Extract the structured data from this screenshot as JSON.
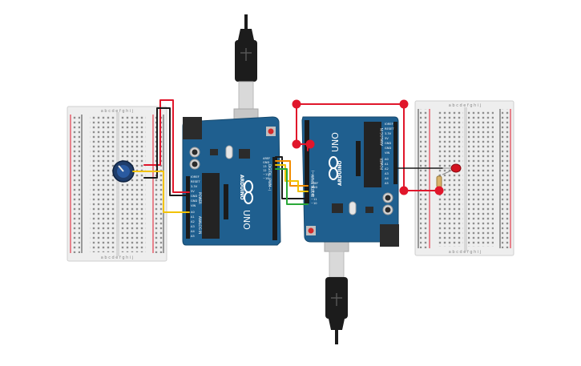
{
  "boards": {
    "left": {
      "brand": "ARDUINO",
      "model": "UNO",
      "power_header": [
        "IOREF",
        "RESET",
        "3.3V",
        "5V",
        "GND",
        "GND",
        "VIN"
      ],
      "analog_header": [
        "A0",
        "A1",
        "A2",
        "A3",
        "A4",
        "A5"
      ],
      "power_label": "POWER",
      "analog_label": "ANALOG IN",
      "digital_label": "DIGITAL (PWM~)",
      "top_labels": [
        "AREF",
        "GND",
        "13",
        "12",
        "~11",
        "~10"
      ]
    },
    "right": {
      "brand": "ARDUINO",
      "model": "UNO",
      "power_header": [
        "IOREF",
        "RESET",
        "3.3V",
        "5V",
        "GND",
        "GND",
        "VIN"
      ],
      "analog_header": [
        "A0",
        "A1",
        "A2",
        "A3",
        "A4",
        "A5"
      ],
      "power_label": "POWER",
      "analog_label": "ANALOG IN",
      "digital_label": "DIGITAL (PWM~)",
      "top_labels": [
        "AREF",
        "GND",
        "13",
        "12",
        "~11",
        "~10"
      ]
    }
  },
  "breadboards": {
    "column_letters_top": "a b c d e   f g h i j",
    "column_letters_bottom": "a b c d e   f g h i j"
  },
  "colors": {
    "board_blue": "#1f5f8f",
    "board_edge": "#174a6e",
    "breadboard": "#ececec",
    "wire_red": "#e0162b",
    "wire_black": "#1a1a1a",
    "wire_yellow": "#f2c200",
    "wire_orange": "#f28c00",
    "wire_green": "#2aa838",
    "led_red": "#d3121f",
    "usb_black": "#1c1c1c"
  }
}
